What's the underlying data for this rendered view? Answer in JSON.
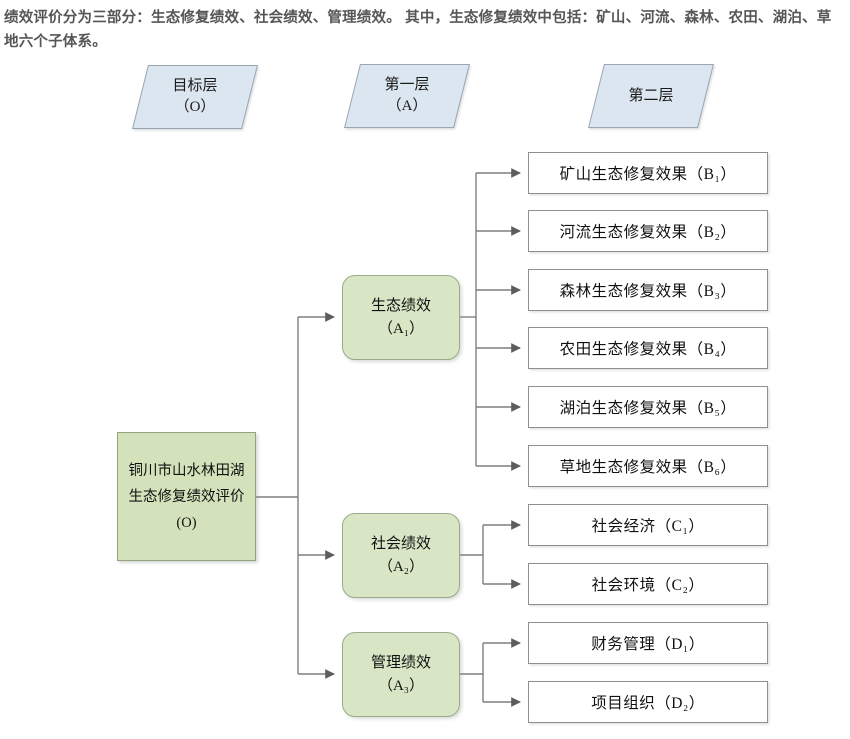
{
  "caption": "绩效评价分为三部分：生态修复绩效、社会绩效、管理绩效。 其中，生态修复绩效中包括：矿山、河流、森林、农田、湖泊、草地六个子体系。",
  "colors": {
    "band_fill": "#dce6f1",
    "band_border": "#9aa5b1",
    "root_fill": "#d3e2bb",
    "root_border": "#94a37f",
    "level_a_fill": "#d9e6c6",
    "level_a_border": "#9bab8a",
    "leaf_fill": "#ffffff",
    "leaf_border": "#8f8f8f",
    "connector": "#7f7f7f",
    "caption_text": "#565656"
  },
  "bands": [
    {
      "name": "goal-layer",
      "line1": "目标层",
      "line2": "（O）"
    },
    {
      "name": "first-layer",
      "line1": "第一层",
      "line2": "（A）"
    },
    {
      "name": "second-layer",
      "line1": "第二层",
      "line2": ""
    }
  ],
  "root": {
    "label": "铜川市山水林田湖生态修复绩效评价(O)",
    "code": "O"
  },
  "level_a": [
    {
      "name": "ecological-performance",
      "line1": "生态绩效",
      "line2": "（A₁）",
      "code": "A1"
    },
    {
      "name": "social-performance",
      "line1": "社会绩效",
      "line2": "（A₂）",
      "code": "A2"
    },
    {
      "name": "management-performance",
      "line1": "管理绩效",
      "line2": "（A₃）",
      "code": "A3"
    }
  ],
  "level_b": [
    {
      "name": "mine-restoration",
      "label": "矿山生态修复效果（B₁）",
      "code": "B1",
      "parent": "A1"
    },
    {
      "name": "river-restoration",
      "label": "河流生态修复效果（B₂）",
      "code": "B2",
      "parent": "A1"
    },
    {
      "name": "forest-restoration",
      "label": "森林生态修复效果（B₃）",
      "code": "B3",
      "parent": "A1"
    },
    {
      "name": "farmland-restoration",
      "label": "农田生态修复效果（B₄）",
      "code": "B4",
      "parent": "A1"
    },
    {
      "name": "lake-restoration",
      "label": "湖泊生态修复效果（B₅）",
      "code": "B5",
      "parent": "A1"
    },
    {
      "name": "grassland-restoration",
      "label": "草地生态修复效果（B₆）",
      "code": "B6",
      "parent": "A1"
    },
    {
      "name": "social-economy",
      "label": "社会经济（C₁）",
      "code": "C1",
      "parent": "A2"
    },
    {
      "name": "social-environment",
      "label": "社会环境（C₂）",
      "code": "C2",
      "parent": "A2"
    },
    {
      "name": "financial-management",
      "label": "财务管理（D₁）",
      "code": "D1",
      "parent": "A3"
    },
    {
      "name": "project-organization",
      "label": "项目组织（D₂）",
      "code": "D2",
      "parent": "A3"
    }
  ]
}
